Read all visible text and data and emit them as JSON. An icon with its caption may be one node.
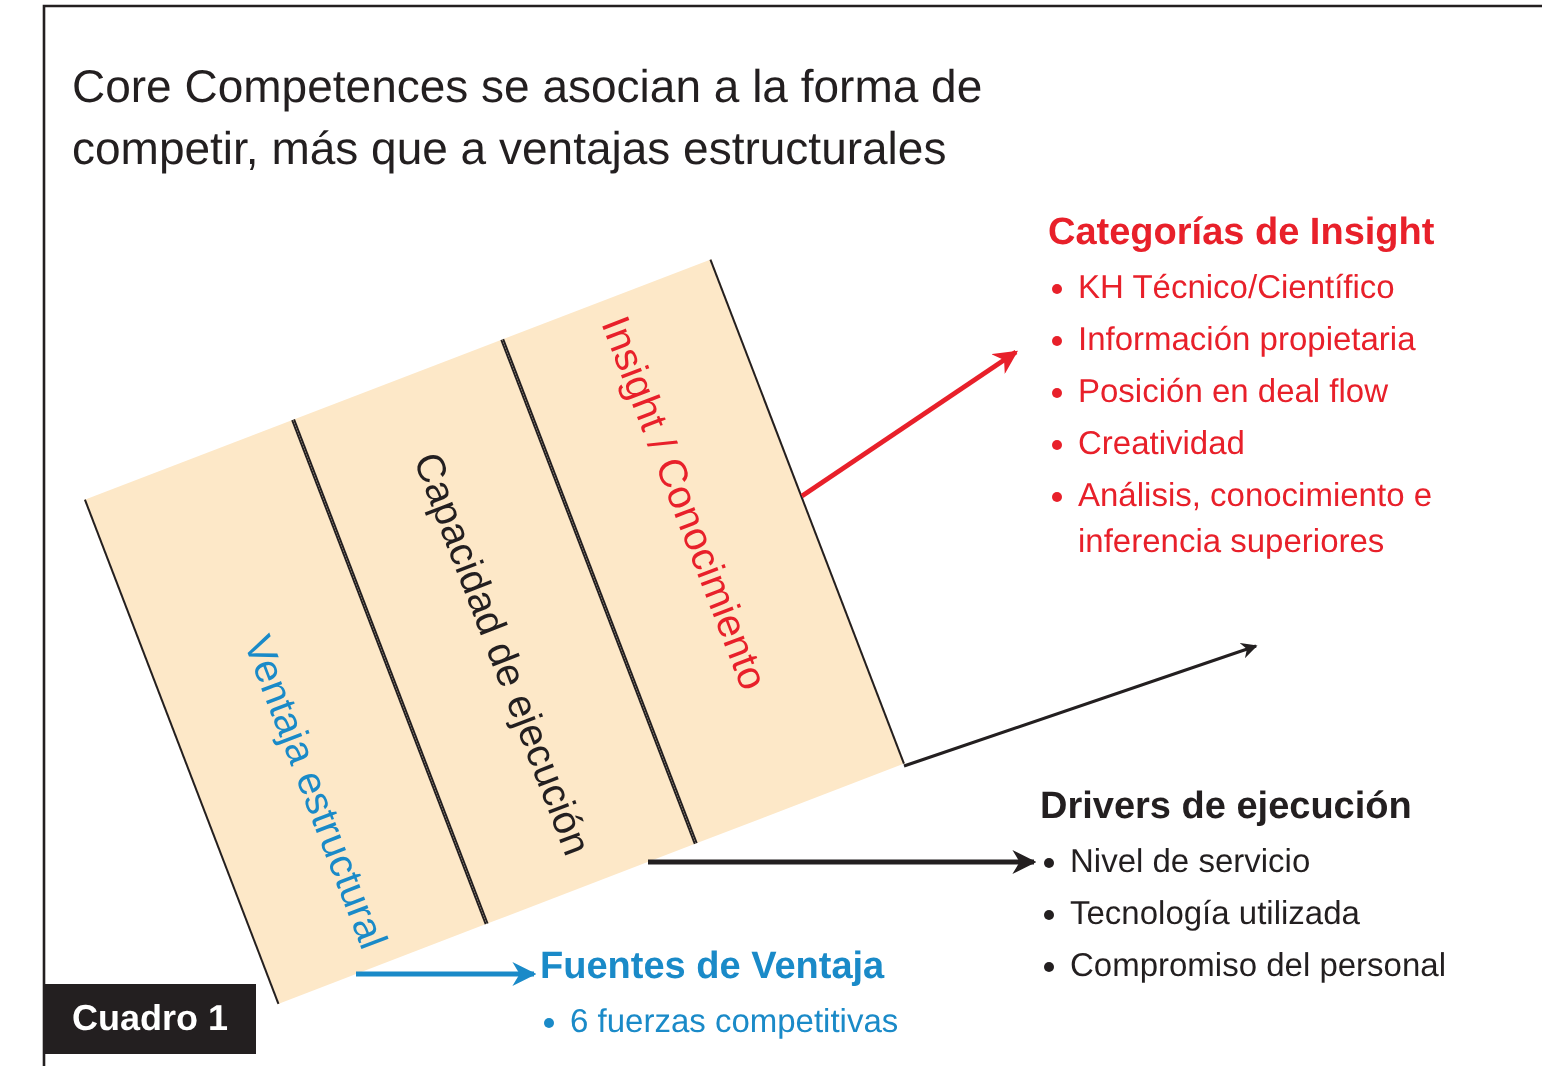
{
  "diagram": {
    "title": "Core Competences se asocian a la forma de competir, más que a ventajas estructurales",
    "nodes": [
      {
        "text": [
          "Ventaja estructural"
        ]
      },
      {
        "text": [
          "Capacidad de ejecución"
        ]
      },
      {
        "text": [
          "Insight / Conocimiento"
        ]
      },
      {
        "text": [
          "Categorías de Insight",
          "KH Técnico/Científico",
          "Información propietaria",
          "Posición en deal flow",
          "Creatividad",
          "Análisis, conocimiento e inferencia superiores"
        ]
      },
      {
        "text": [
          "Drivers de ejecución",
          "Nivel de servicio",
          "Tecnología utilizada",
          "Compromiso del personal"
        ]
      },
      {
        "text": [
          "Fuentes de Ventaja",
          "6 fuerzas competitivas"
        ]
      }
    ],
    "edges": [
      {
        "from": 2,
        "to": 3,
        "arrow": "to",
        "color": "#e8202a"
      },
      {
        "from": 1,
        "to": 4,
        "arrow": "to",
        "color": "#231f20"
      },
      {
        "from": 0,
        "to": 5,
        "arrow": "to",
        "color": "#1a8ac8"
      }
    ],
    "labels": [
      "Cuadro 1"
    ]
  }
}
